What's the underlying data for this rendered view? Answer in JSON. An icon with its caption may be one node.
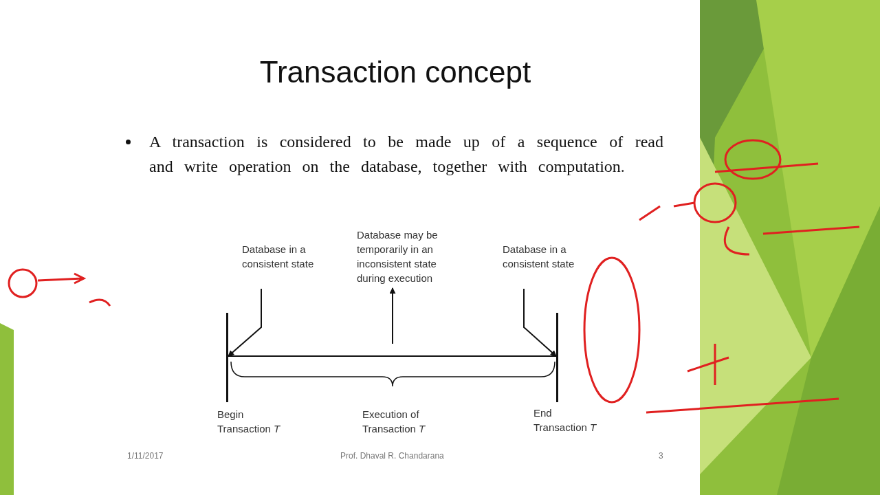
{
  "diagram": {
    "title": "Transaction concept",
    "nodes": [
      {
        "text": [
          "Database in a consistent state"
        ]
      },
      {
        "text": [
          "Database may be temporarily in an inconsistent state during execution"
        ]
      },
      {
        "text": [
          "Database in a consistent state"
        ]
      },
      {
        "text": [],
        "shape": "bar",
        "beside": [
          "Begin Transaction *T*"
        ]
      },
      {
        "text": [],
        "shape": "bar",
        "beside": [
          "End Transaction *T*"
        ]
      }
    ],
    "edges": [
      {
        "from": 3,
        "to": 4,
        "arrow": "none"
      },
      {
        "from": 0,
        "to": 3,
        "arrow": "to"
      },
      {
        "from": null,
        "to": 1,
        "arrow": "to"
      },
      {
        "from": 2,
        "to": 4,
        "arrow": "to"
      }
    ],
    "labels": [
      "A transaction is considered to be made up of a sequence of read and write operation on the database, together with computation.",
      "Execution of Transaction *T*",
      "1/11/2017",
      "Prof. Dhaval R. Chandarana",
      "3"
    ]
  }
}
